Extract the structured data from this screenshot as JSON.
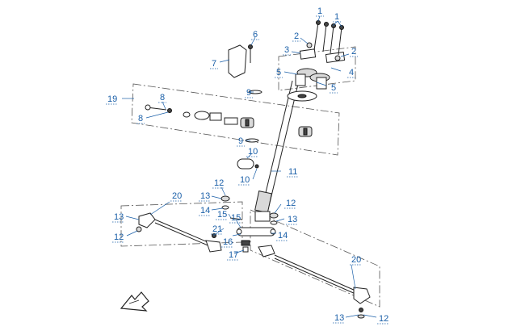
{
  "callouts": [
    {
      "id": "c1a",
      "label": "1"
    },
    {
      "id": "c1b",
      "label": "1"
    },
    {
      "id": "c2a",
      "label": "2"
    },
    {
      "id": "c2b",
      "label": "2"
    },
    {
      "id": "c3",
      "label": "3"
    },
    {
      "id": "c4",
      "label": "4"
    },
    {
      "id": "c5a",
      "label": "5"
    },
    {
      "id": "c5b",
      "label": "5"
    },
    {
      "id": "c6",
      "label": "6"
    },
    {
      "id": "c7",
      "label": "7"
    },
    {
      "id": "c8a",
      "label": "8"
    },
    {
      "id": "c8b",
      "label": "8"
    },
    {
      "id": "c9a",
      "label": "9"
    },
    {
      "id": "c9b",
      "label": "9"
    },
    {
      "id": "c10a",
      "label": "10"
    },
    {
      "id": "c10b",
      "label": "10"
    },
    {
      "id": "c11",
      "label": "11"
    },
    {
      "id": "c12a",
      "label": "12"
    },
    {
      "id": "c12b",
      "label": "12"
    },
    {
      "id": "c12c",
      "label": "12"
    },
    {
      "id": "c12d",
      "label": "12"
    },
    {
      "id": "c13a",
      "label": "13"
    },
    {
      "id": "c13b",
      "label": "13"
    },
    {
      "id": "c13c",
      "label": "13"
    },
    {
      "id": "c13d",
      "label": "13"
    },
    {
      "id": "c14a",
      "label": "14"
    },
    {
      "id": "c14b",
      "label": "14"
    },
    {
      "id": "c15a",
      "label": "15"
    },
    {
      "id": "c15b",
      "label": "15"
    },
    {
      "id": "c16",
      "label": "16"
    },
    {
      "id": "c17",
      "label": "17"
    },
    {
      "id": "c19",
      "label": "19"
    },
    {
      "id": "c20a",
      "label": "20"
    },
    {
      "id": "c20b",
      "label": "20"
    },
    {
      "id": "c21",
      "label": "21"
    }
  ],
  "colors": {
    "callout": "#1a5fa8",
    "line_art": "#222222",
    "background": "#ffffff"
  }
}
